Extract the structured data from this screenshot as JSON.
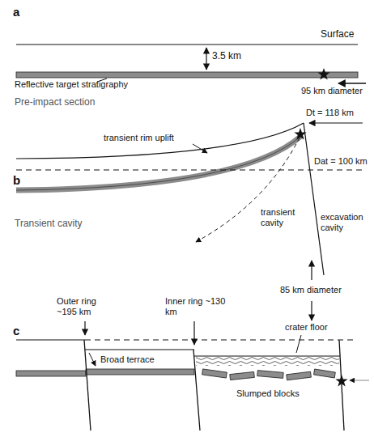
{
  "diagram": {
    "labels": [
      "a",
      "Surface",
      "3.5 km",
      "Reflective target stratigraphy",
      "95 km diameter",
      "Pre-impact section",
      "Dt = 118 km",
      "transient rim uplift",
      "b",
      "Dat = 100 km",
      "transient cavity",
      "excavation cavity",
      "Transient cavity",
      "85 km diameter",
      "Outer ring ~195 km",
      "Inner ring ~130 km",
      "crater floor",
      "c",
      "Broad terrace",
      "Slumped blocks"
    ]
  }
}
